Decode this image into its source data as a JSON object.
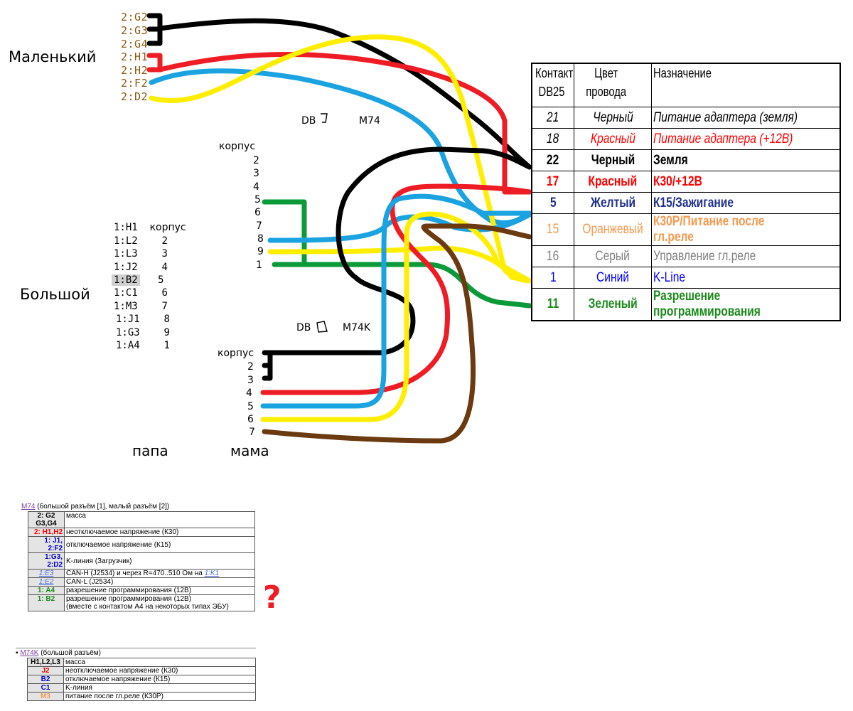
{
  "labels": {
    "small": "Маленький",
    "big": "Большой",
    "papa": "папа",
    "mama": "мама",
    "db_m74": "DB",
    "m74": "M74",
    "db_m74k": "DB",
    "m74k": "M74K"
  },
  "small_pins": [
    "2:G2",
    "2:G3",
    "2:G4",
    "2:H1",
    "2:H2",
    "2:F2",
    "2:D2"
  ],
  "mid_connector": [
    "корпус",
    "2",
    "3",
    "4",
    "5",
    "6",
    "7",
    "8",
    "9",
    "1"
  ],
  "big_pins": [
    {
      "pin": "1:H1",
      "num": "корпус"
    },
    {
      "pin": "1:L2",
      "num": "2"
    },
    {
      "pin": "1:L3",
      "num": "3"
    },
    {
      "pin": "1:J2",
      "num": "4"
    },
    {
      "pin": "1:B2",
      "num": "5"
    },
    {
      "pin": "1:C1",
      "num": "6"
    },
    {
      "pin": "1:M3",
      "num": "7"
    },
    {
      "pin": "1:J1",
      "num": "8"
    },
    {
      "pin": "1:G3",
      "num": "9"
    },
    {
      "pin": "1:A4",
      "num": "1"
    }
  ],
  "bottom_connector": [
    "корпус",
    "2",
    "3",
    "4",
    "5",
    "6",
    "7"
  ],
  "db25_table": {
    "headers": [
      "Контакт DB25",
      "Цвет провода",
      "Назначение"
    ],
    "rows": [
      {
        "pin": "21",
        "color": "Черный",
        "purpose": "Питание адаптера (земля)",
        "hex": "#000000",
        "style": "italic"
      },
      {
        "pin": "18",
        "color": "Красный",
        "purpose": "Питание адаптера (+12В)",
        "hex": "#ff0000",
        "style": "italic"
      },
      {
        "pin": "22",
        "color": "Черный",
        "purpose": "Земля",
        "hex": "#000000",
        "style": "bold"
      },
      {
        "pin": "17",
        "color": "Красный",
        "purpose": "К30/+12В",
        "hex": "#ff0000",
        "style": "bold"
      },
      {
        "pin": "5",
        "color": "Желтый",
        "purpose": "К15/Зажигание",
        "hex": "#1f2f8f",
        "style": "bold"
      },
      {
        "pin": "15",
        "color": "Оранжевый",
        "purpose": "К30Р/Питание после гл.реле",
        "hex": "#f5994e",
        "style": "bold"
      },
      {
        "pin": "16",
        "color": "Серый",
        "purpose": "Управление гл.реле",
        "hex": "#808080",
        "style": "bold"
      },
      {
        "pin": "1",
        "color": "Синий",
        "purpose": "K-Line",
        "hex": "#0000ff",
        "style": "bold"
      },
      {
        "pin": "11",
        "color": "Зеленый",
        "purpose": "Разрешение программирования",
        "hex": "#1a8a1a",
        "style": "bold"
      }
    ]
  },
  "m74_table": {
    "link": "M74",
    "caption": " (большой разъём [1], малый разъём [2])",
    "rows": [
      {
        "key": "2: G2 G3,G4",
        "desc": "масса",
        "color": "#000000"
      },
      {
        "key": "2: H1,H2",
        "desc": "неотключаемое напряжение (К30)",
        "color": "#ff0000"
      },
      {
        "key": "1: J1, 2:F2",
        "desc": "отключаемое напряжение (К15)",
        "color": "#0000cc"
      },
      {
        "key": "1:G3, 2:D2",
        "desc": "K-линия (Загрузчик)",
        "color": "#0000cc"
      },
      {
        "key": "1:E3",
        "desc": "CAN-H (J2534) и через R=470..510 Ом на ",
        "extra": "1:K1",
        "color": "#4a6fd6"
      },
      {
        "key": "1:E2",
        "desc": "CAN-L (J2534)",
        "color": "#4a6fd6"
      },
      {
        "key": "1: A4",
        "desc": "разрешение программирования (12В)",
        "color": "#1a8a1a"
      },
      {
        "key": "1: B2",
        "desc": "разрешение программирования (12В)",
        "desc2": "(вместе с контактом А4 на некоторых типах ЭБУ)",
        "color": "#1a8a1a"
      }
    ],
    "question": "?"
  },
  "m74k_table": {
    "link": "M74K",
    "caption": " (большой разъём)",
    "rows": [
      {
        "key": "H1,L2,L3",
        "desc": "масса",
        "color": "#000000"
      },
      {
        "key": "J2",
        "desc": "неотключаемое напряжение (К30)",
        "color": "#ff0000"
      },
      {
        "key": "B2",
        "desc": "отключаемое напряжение (К15)",
        "color": "#0000cc"
      },
      {
        "key": "C1",
        "desc": "K-линия",
        "color": "#0000cc"
      },
      {
        "key": "M3",
        "desc": "питание после гл.реле (К30Р)",
        "color": "#f5994e"
      }
    ]
  },
  "wire_colors": {
    "black": "#000000",
    "red": "#ee1c25",
    "blue": "#1aa3e0",
    "yellow": "#ffee00",
    "green": "#0a9a3a",
    "brown": "#6b3a10"
  }
}
